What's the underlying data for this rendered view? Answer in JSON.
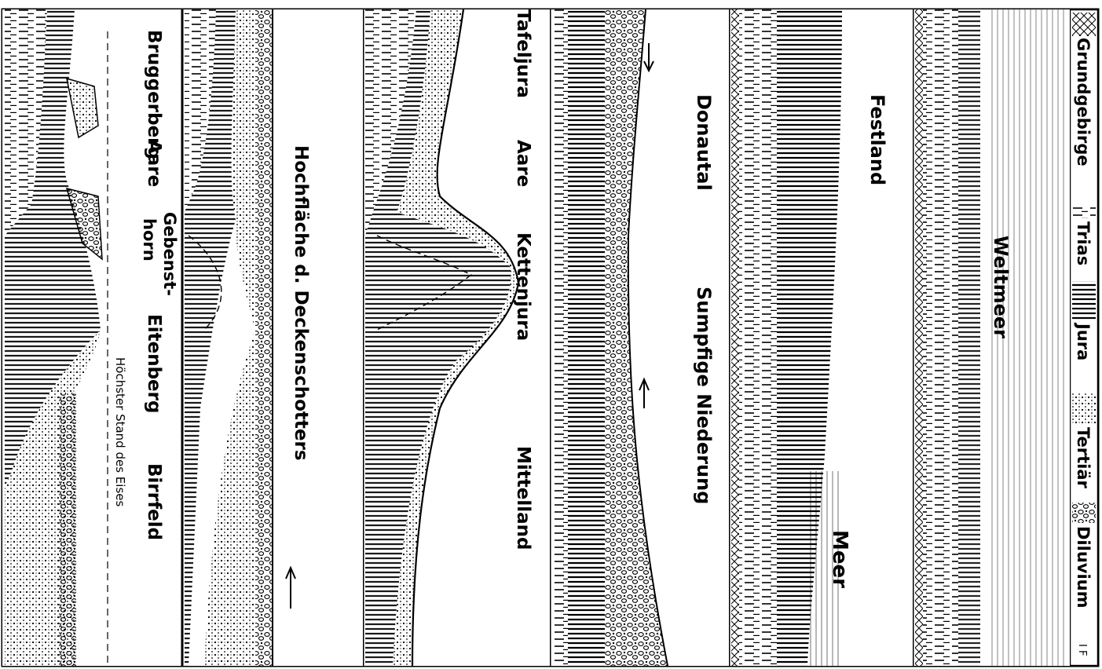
{
  "legend": {
    "items": [
      {
        "label": "Grundgebirge",
        "pattern": "crosshatch"
      },
      {
        "label": "Trias",
        "pattern": "dashes"
      },
      {
        "label": "Jura",
        "pattern": "lines"
      },
      {
        "label": "Tertiär",
        "pattern": "dots"
      },
      {
        "label": "Diluvium",
        "pattern": "gravel"
      }
    ],
    "figure_number": "I F"
  },
  "panels": [
    {
      "id": "1",
      "labels": [
        "Weltmeer"
      ]
    },
    {
      "id": "2",
      "labels": [
        "Festland",
        "Meer"
      ]
    },
    {
      "id": "3",
      "labels": [
        "Donautal",
        "Sumpfige Niederung"
      ]
    },
    {
      "id": "4",
      "labels": [
        "Tafeljura",
        "Aare",
        "Kettenjura",
        "Mittelland"
      ]
    },
    {
      "id": "5",
      "labels": [
        "Hochfläche d. Deckenschotters"
      ]
    },
    {
      "id": "6",
      "labels": [
        "Bruggerberg",
        "Aare",
        "Gebenst-",
        "horn",
        "Eitenberg",
        "Birrfeld",
        "Höchster Stand des Eises"
      ]
    }
  ],
  "colors": {
    "ink": "#000000",
    "paper": "#ffffff"
  }
}
